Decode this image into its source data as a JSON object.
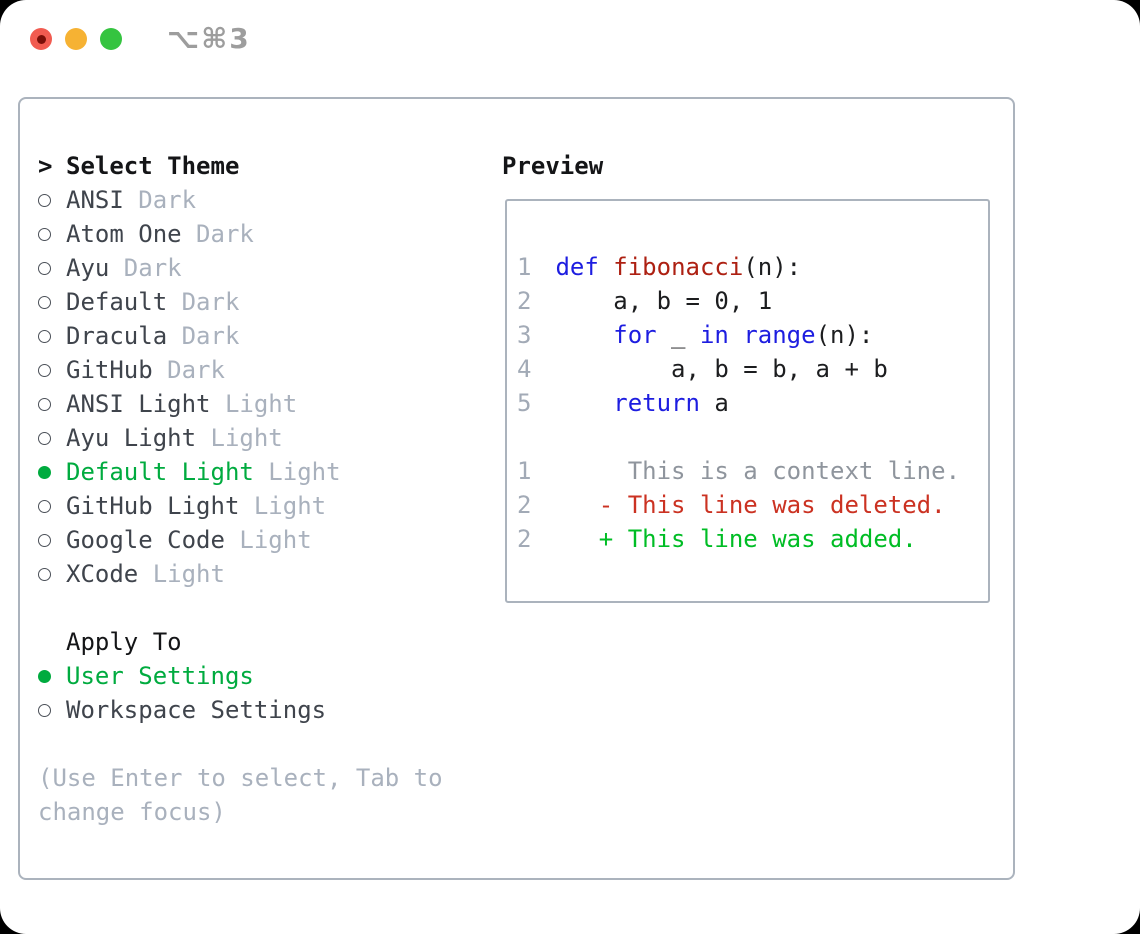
{
  "window": {
    "shortcut": "⌥⌘3",
    "traffic_lights": [
      {
        "icon": "close-icon"
      },
      {
        "icon": "minimize-icon"
      },
      {
        "icon": "zoom-icon"
      }
    ]
  },
  "theme_panel": {
    "prompt": ">",
    "title": "Select Theme",
    "items": [
      {
        "name": "ANSI",
        "variant": "Dark",
        "selected": false
      },
      {
        "name": "Atom One",
        "variant": "Dark",
        "selected": false
      },
      {
        "name": "Ayu",
        "variant": "Dark",
        "selected": false
      },
      {
        "name": "Default",
        "variant": "Dark",
        "selected": false
      },
      {
        "name": "Dracula",
        "variant": "Dark",
        "selected": false
      },
      {
        "name": "GitHub",
        "variant": "Dark",
        "selected": false
      },
      {
        "name": "ANSI Light",
        "variant": "Light",
        "selected": false
      },
      {
        "name": "Ayu Light",
        "variant": "Light",
        "selected": false
      },
      {
        "name": "Default Light",
        "variant": "Light",
        "selected": true
      },
      {
        "name": "GitHub Light",
        "variant": "Light",
        "selected": false
      },
      {
        "name": "Google Code",
        "variant": "Light",
        "selected": false
      },
      {
        "name": "XCode",
        "variant": "Light",
        "selected": false
      }
    ],
    "apply_to": {
      "title": "Apply To",
      "options": [
        {
          "label": "User Settings",
          "selected": true
        },
        {
          "label": "Workspace Settings",
          "selected": false
        }
      ]
    },
    "help_lines": [
      "(Use Enter to select, Tab to",
      "change focus)"
    ]
  },
  "preview": {
    "title": "Preview",
    "lines": [
      {
        "num": "1",
        "segments": [
          {
            "t": "def",
            "c": "kw"
          },
          {
            "t": " ",
            "c": "pl"
          },
          {
            "t": "fibonacci",
            "c": "fn"
          },
          {
            "t": "(n):",
            "c": "pl"
          }
        ]
      },
      {
        "num": "2",
        "segments": [
          {
            "t": "    a, b = 0, 1",
            "c": "pl"
          }
        ]
      },
      {
        "num": "3",
        "segments": [
          {
            "t": "    ",
            "c": "pl"
          },
          {
            "t": "for",
            "c": "kw"
          },
          {
            "t": " _ ",
            "c": "pl"
          },
          {
            "t": "in",
            "c": "kw"
          },
          {
            "t": " ",
            "c": "pl"
          },
          {
            "t": "range",
            "c": "kw"
          },
          {
            "t": "(n):",
            "c": "pl"
          }
        ]
      },
      {
        "num": "4",
        "segments": [
          {
            "t": "        a, b = b, a + b",
            "c": "pl"
          }
        ]
      },
      {
        "num": "5",
        "segments": [
          {
            "t": "    ",
            "c": "pl"
          },
          {
            "t": "return",
            "c": "kw"
          },
          {
            "t": " a",
            "c": "pl"
          }
        ]
      },
      {
        "num": "",
        "segments": []
      },
      {
        "num": "1",
        "segments": [
          {
            "t": "     This is a context line.",
            "c": "ctx"
          }
        ]
      },
      {
        "num": "2",
        "segments": [
          {
            "t": "   - This line was deleted.",
            "c": "del"
          }
        ]
      },
      {
        "num": "2",
        "segments": [
          {
            "t": "   + This line was added.",
            "c": "add"
          }
        ]
      }
    ]
  },
  "colors": {
    "accent_green": "#00ab3f",
    "diff_added_green": "#00bd25",
    "diff_deleted_red": "#cb3222",
    "keyword_blue": "#1d1de0",
    "function_red": "#ad2012",
    "context_gray": "#8f959d",
    "line_number_gray": "#a2aab6",
    "muted_gray": "#a9b1bd",
    "item_text": "#3f444c",
    "title_black": "#141517",
    "border_gray": "#abb3bd",
    "traffic_red": "#f15b50",
    "traffic_red_dot": "#7a0f08",
    "traffic_yellow": "#f6b233",
    "traffic_green": "#35c440",
    "shortcut_gray": "#9d9d9d",
    "window_bg": "#ffffff",
    "page_bg": "#000000"
  }
}
